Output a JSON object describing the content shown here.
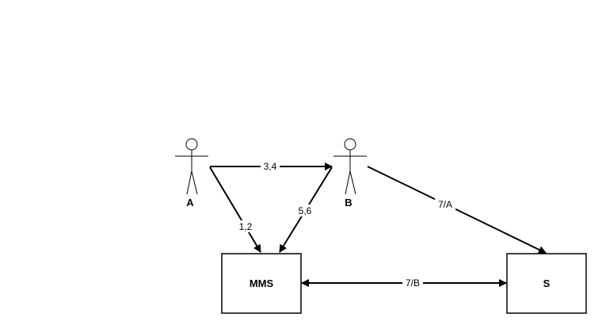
{
  "diagram": {
    "colors": {
      "background": "#ffffff",
      "stroke": "#000000",
      "text": "#000000"
    },
    "actors": {
      "a": {
        "label": "A"
      },
      "b": {
        "label": "B"
      }
    },
    "boxes": {
      "mms": {
        "label": "MMS"
      },
      "s": {
        "label": "S"
      }
    },
    "edges": {
      "a_to_b": {
        "label": "3,4",
        "from": "A",
        "to": "B"
      },
      "a_to_mms": {
        "label": "1,2",
        "from": "A",
        "to": "MMS"
      },
      "b_to_mms": {
        "label": "5,6",
        "from": "B",
        "to": "MMS"
      },
      "b_to_s": {
        "label": "7/A",
        "from": "B",
        "to": "S"
      },
      "mms_s": {
        "label": "7/B",
        "from": "MMS",
        "to": "S",
        "bidirectional": true
      }
    }
  }
}
